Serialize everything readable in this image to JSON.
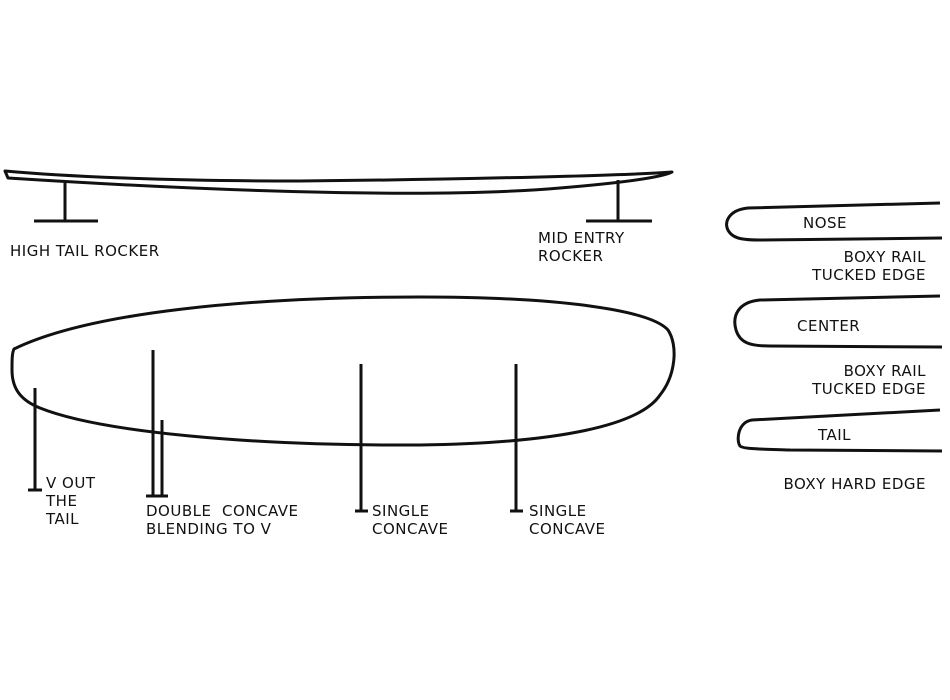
{
  "rocker": {
    "tail_label": "HIGH TAIL ROCKER",
    "nose_label_1": "MID ENTRY",
    "nose_label_2": "ROCKER"
  },
  "bottom": {
    "v_out": [
      "V OUT",
      "THE",
      "TAIL"
    ],
    "double_concave": [
      "DOUBLE  CONCAVE",
      "BLENDING TO V"
    ],
    "single_concave_1": [
      "SINGLE",
      "CONCAVE"
    ],
    "single_concave_2": [
      "SINGLE",
      "CONCAVE"
    ]
  },
  "rails": {
    "nose": {
      "name": "NOSE",
      "desc": [
        "BOXY RAIL",
        "TUCKED EDGE"
      ]
    },
    "center": {
      "name": "CENTER",
      "desc": [
        "BOXY RAIL",
        "TUCKED EDGE"
      ]
    },
    "tail": {
      "name": "TAIL",
      "desc": [
        "BOXY HARD EDGE"
      ]
    }
  },
  "colors": {
    "ink": "#111111",
    "background": "#ffffff"
  }
}
